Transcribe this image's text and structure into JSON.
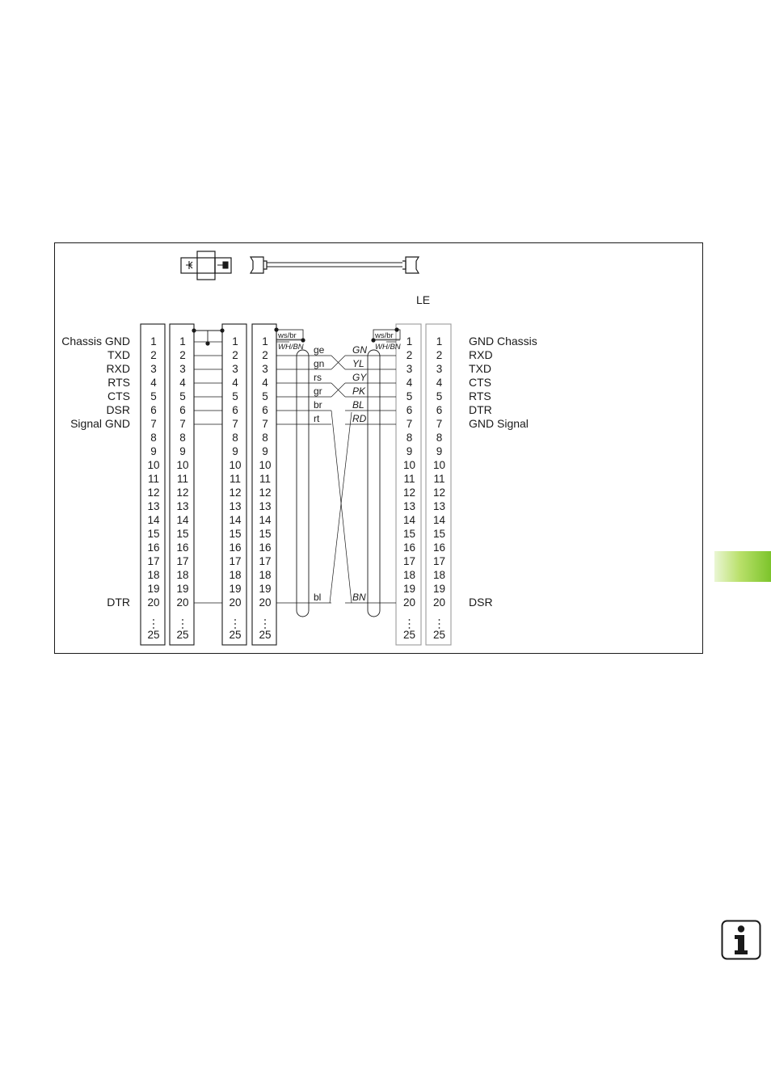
{
  "header": {
    "connector_label": "LE"
  },
  "left_signals": [
    "Chassis GND",
    "TXD",
    "RXD",
    "RTS",
    "CTS",
    "DSR",
    "Signal GND",
    "DTR"
  ],
  "right_signals": [
    "GND  Chassis",
    "RXD",
    "TXD",
    "CTS",
    "RTS",
    "DTR",
    "GND  Signal",
    "DSR"
  ],
  "pins": [
    "1",
    "2",
    "3",
    "4",
    "5",
    "6",
    "7",
    "8",
    "9",
    "10",
    "11",
    "12",
    "13",
    "14",
    "15",
    "16",
    "17",
    "18",
    "19",
    "20",
    "25"
  ],
  "shield_label_de": "ws/br",
  "shield_label_en": "WH/BN",
  "wire_labels_de": [
    "ge",
    "gn",
    "rs",
    "gr",
    "br",
    "rt",
    "bl"
  ],
  "wire_labels_en": [
    "GN",
    "YL",
    "GY",
    "PK",
    "BL",
    "RD",
    "BN"
  ],
  "colors": {
    "line": "#1a1a1a",
    "connector_outline": "#9a9a9a",
    "tab_green": "#7cc42b"
  },
  "icons": {
    "adapter": "adapter-block-icon",
    "cable": "cable-icon",
    "info": "info-icon"
  }
}
